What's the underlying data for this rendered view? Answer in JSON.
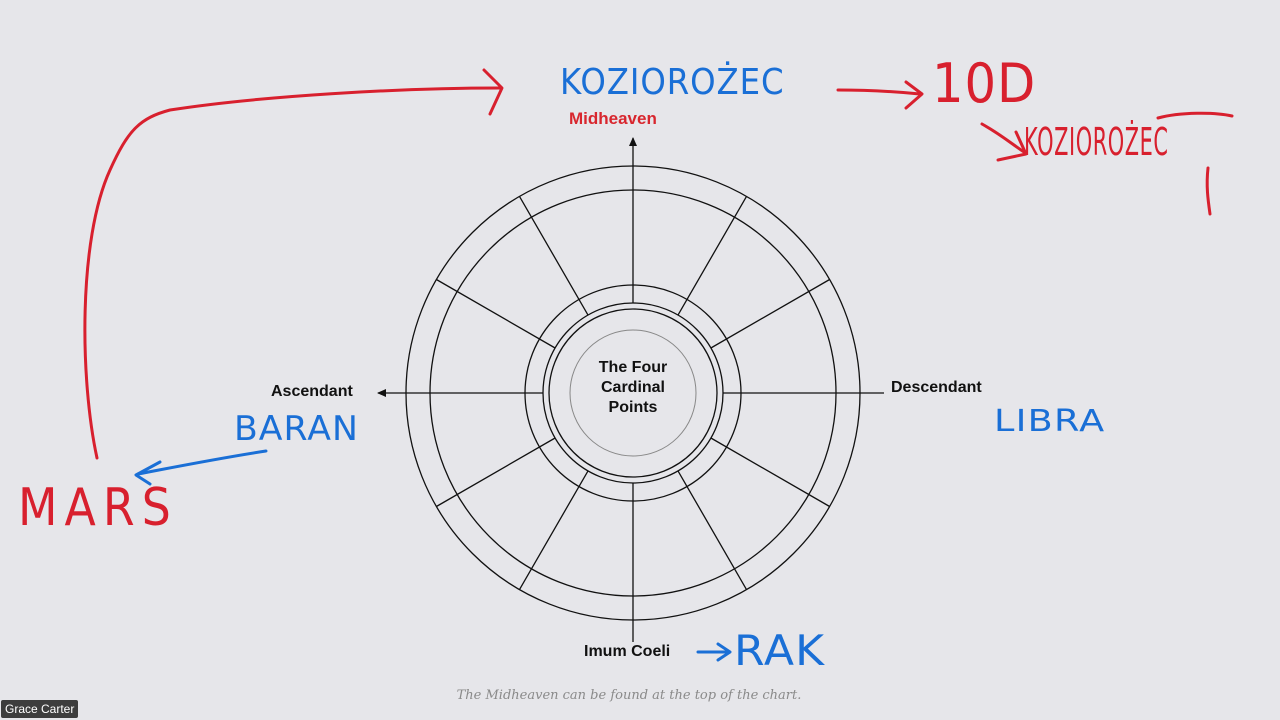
{
  "diagram": {
    "center_text": [
      "The Four",
      "Cardinal",
      "Points"
    ],
    "top_label": "Midheaven",
    "left_label": "Ascendant",
    "right_label": "Descendant",
    "bottom_label": "Imum Coeli"
  },
  "caption": "The Midheaven can be found at the top of the chart.",
  "annotations": {
    "top_sign": "KOZIOROŻEC",
    "top_house": "10D",
    "top_right_sign": "KOZIOROŻEC",
    "left_sign": "BARAN",
    "left_planet": "MARS",
    "right_sign": "LIBRA",
    "bottom_sign": "RAK"
  },
  "participant": {
    "name": "Grace Carter"
  },
  "colors": {
    "ink_red": "#d8202e",
    "ink_blue": "#1a6fd6",
    "label_red": "#d8262e",
    "line": "#111111",
    "background": "#e6e6ea"
  }
}
